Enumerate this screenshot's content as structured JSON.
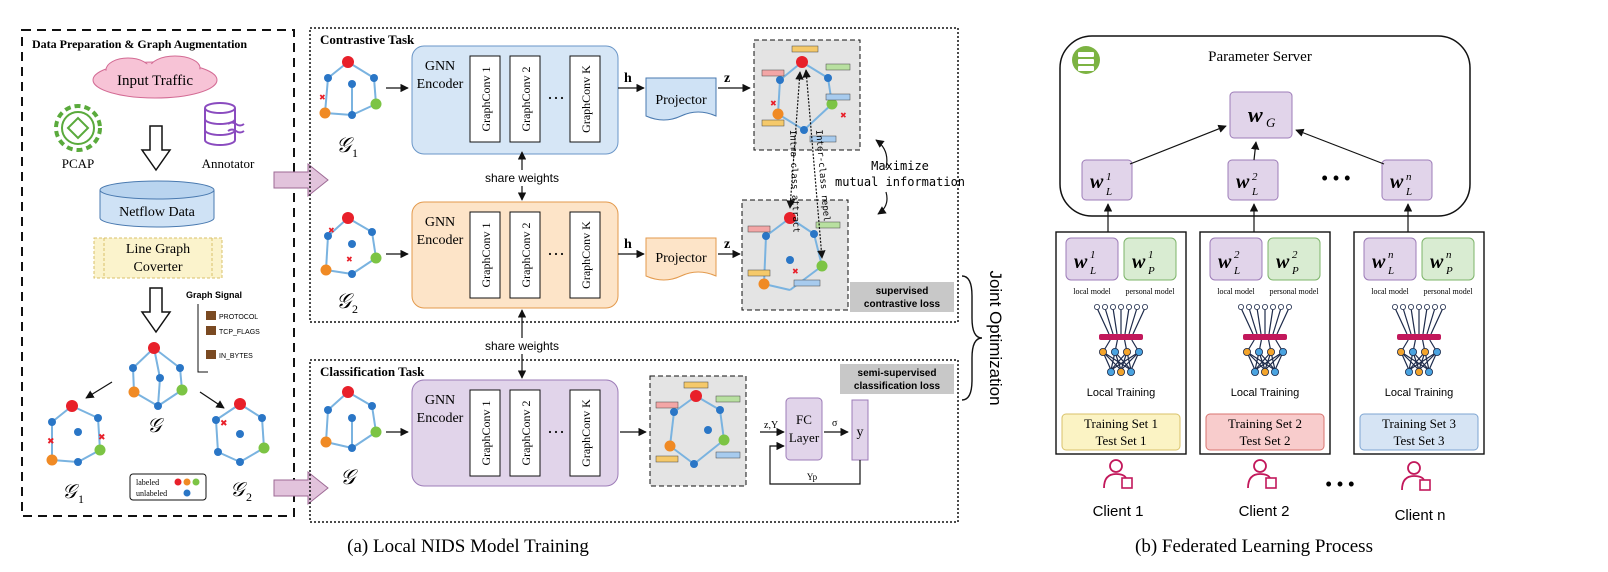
{
  "left_panel": {
    "title": "Data Preparation & Graph Augmentation",
    "input_traffic": "Input Traffic",
    "pcap": "PCAP",
    "annotator": "Annotator",
    "netflow": "Netflow Data",
    "line_graph_1": "Line Graph",
    "line_graph_2": "Coverter",
    "graph_signal_title": "Graph Signal",
    "signals": [
      "PROTOCOL",
      "TCP_FLAGS",
      "IN_BYTES"
    ],
    "graph_label": "𝒢",
    "g1_label": "𝒢",
    "g1_sub": "1",
    "g2_label": "𝒢",
    "g2_sub": "2",
    "legend_labeled": "labeled",
    "legend_unlabeled": "unlabeled"
  },
  "contrastive": {
    "title": "Contrastive Task",
    "encoder_1": "GNN",
    "encoder_2": "Encoder",
    "convs": [
      "GraphConv 1",
      "GraphConv 2",
      "GraphConv K"
    ],
    "dots": "···",
    "h": "h",
    "z": "z",
    "projector": "Projector",
    "share_weights": "share weights",
    "intra": "Intra-class attract",
    "inter": "Inter-class repel",
    "maximize_1": "Maximize",
    "maximize_2": "mutual information",
    "loss_1": "supervised",
    "loss_2": "contrastive loss",
    "g1_label": "𝒢",
    "g1_sub": "1",
    "g2_label": "𝒢",
    "g2_sub": "2"
  },
  "classification": {
    "title": "Classification Task",
    "share_weights": "share weights",
    "loss_1": "semi-supervised",
    "loss_2": "classification loss",
    "graph_label": "𝒢",
    "zy": "z,Y",
    "fc_1": "FC",
    "fc_2": "Layer",
    "sigma": "σ",
    "y": "y",
    "yp": "Yp"
  },
  "joint": "Joint Optimization",
  "caption_a": "(a) Local NIDS Model Training",
  "federated": {
    "server": "Parameter Server",
    "wg": "w",
    "wg_sub": "G",
    "wl": "w",
    "wl_sub": "L",
    "wl_sups": [
      "1",
      "2",
      "n"
    ],
    "wp_sub": "P",
    "dots": "• • •",
    "local_model": "local model",
    "personal_model": "personal model",
    "local_training": "Local Training",
    "train_sets": [
      "Training Set 1",
      "Training Set 2",
      "Training Set 3"
    ],
    "test_sets": [
      "Test Set 1",
      "Test Set 2",
      "Test Set 3"
    ],
    "clients": [
      "Client 1",
      "Client 2",
      "Client n"
    ],
    "client_dots": "• • •"
  },
  "caption_b": "(b) Federated Learning Process",
  "colors": {
    "red": "#e8202a",
    "blue": "#2a76c6",
    "green": "#7cc444",
    "orange": "#f08a24",
    "edge": "#7ab3e0",
    "client": "#c2185b",
    "server_icon": "#7cb342"
  }
}
